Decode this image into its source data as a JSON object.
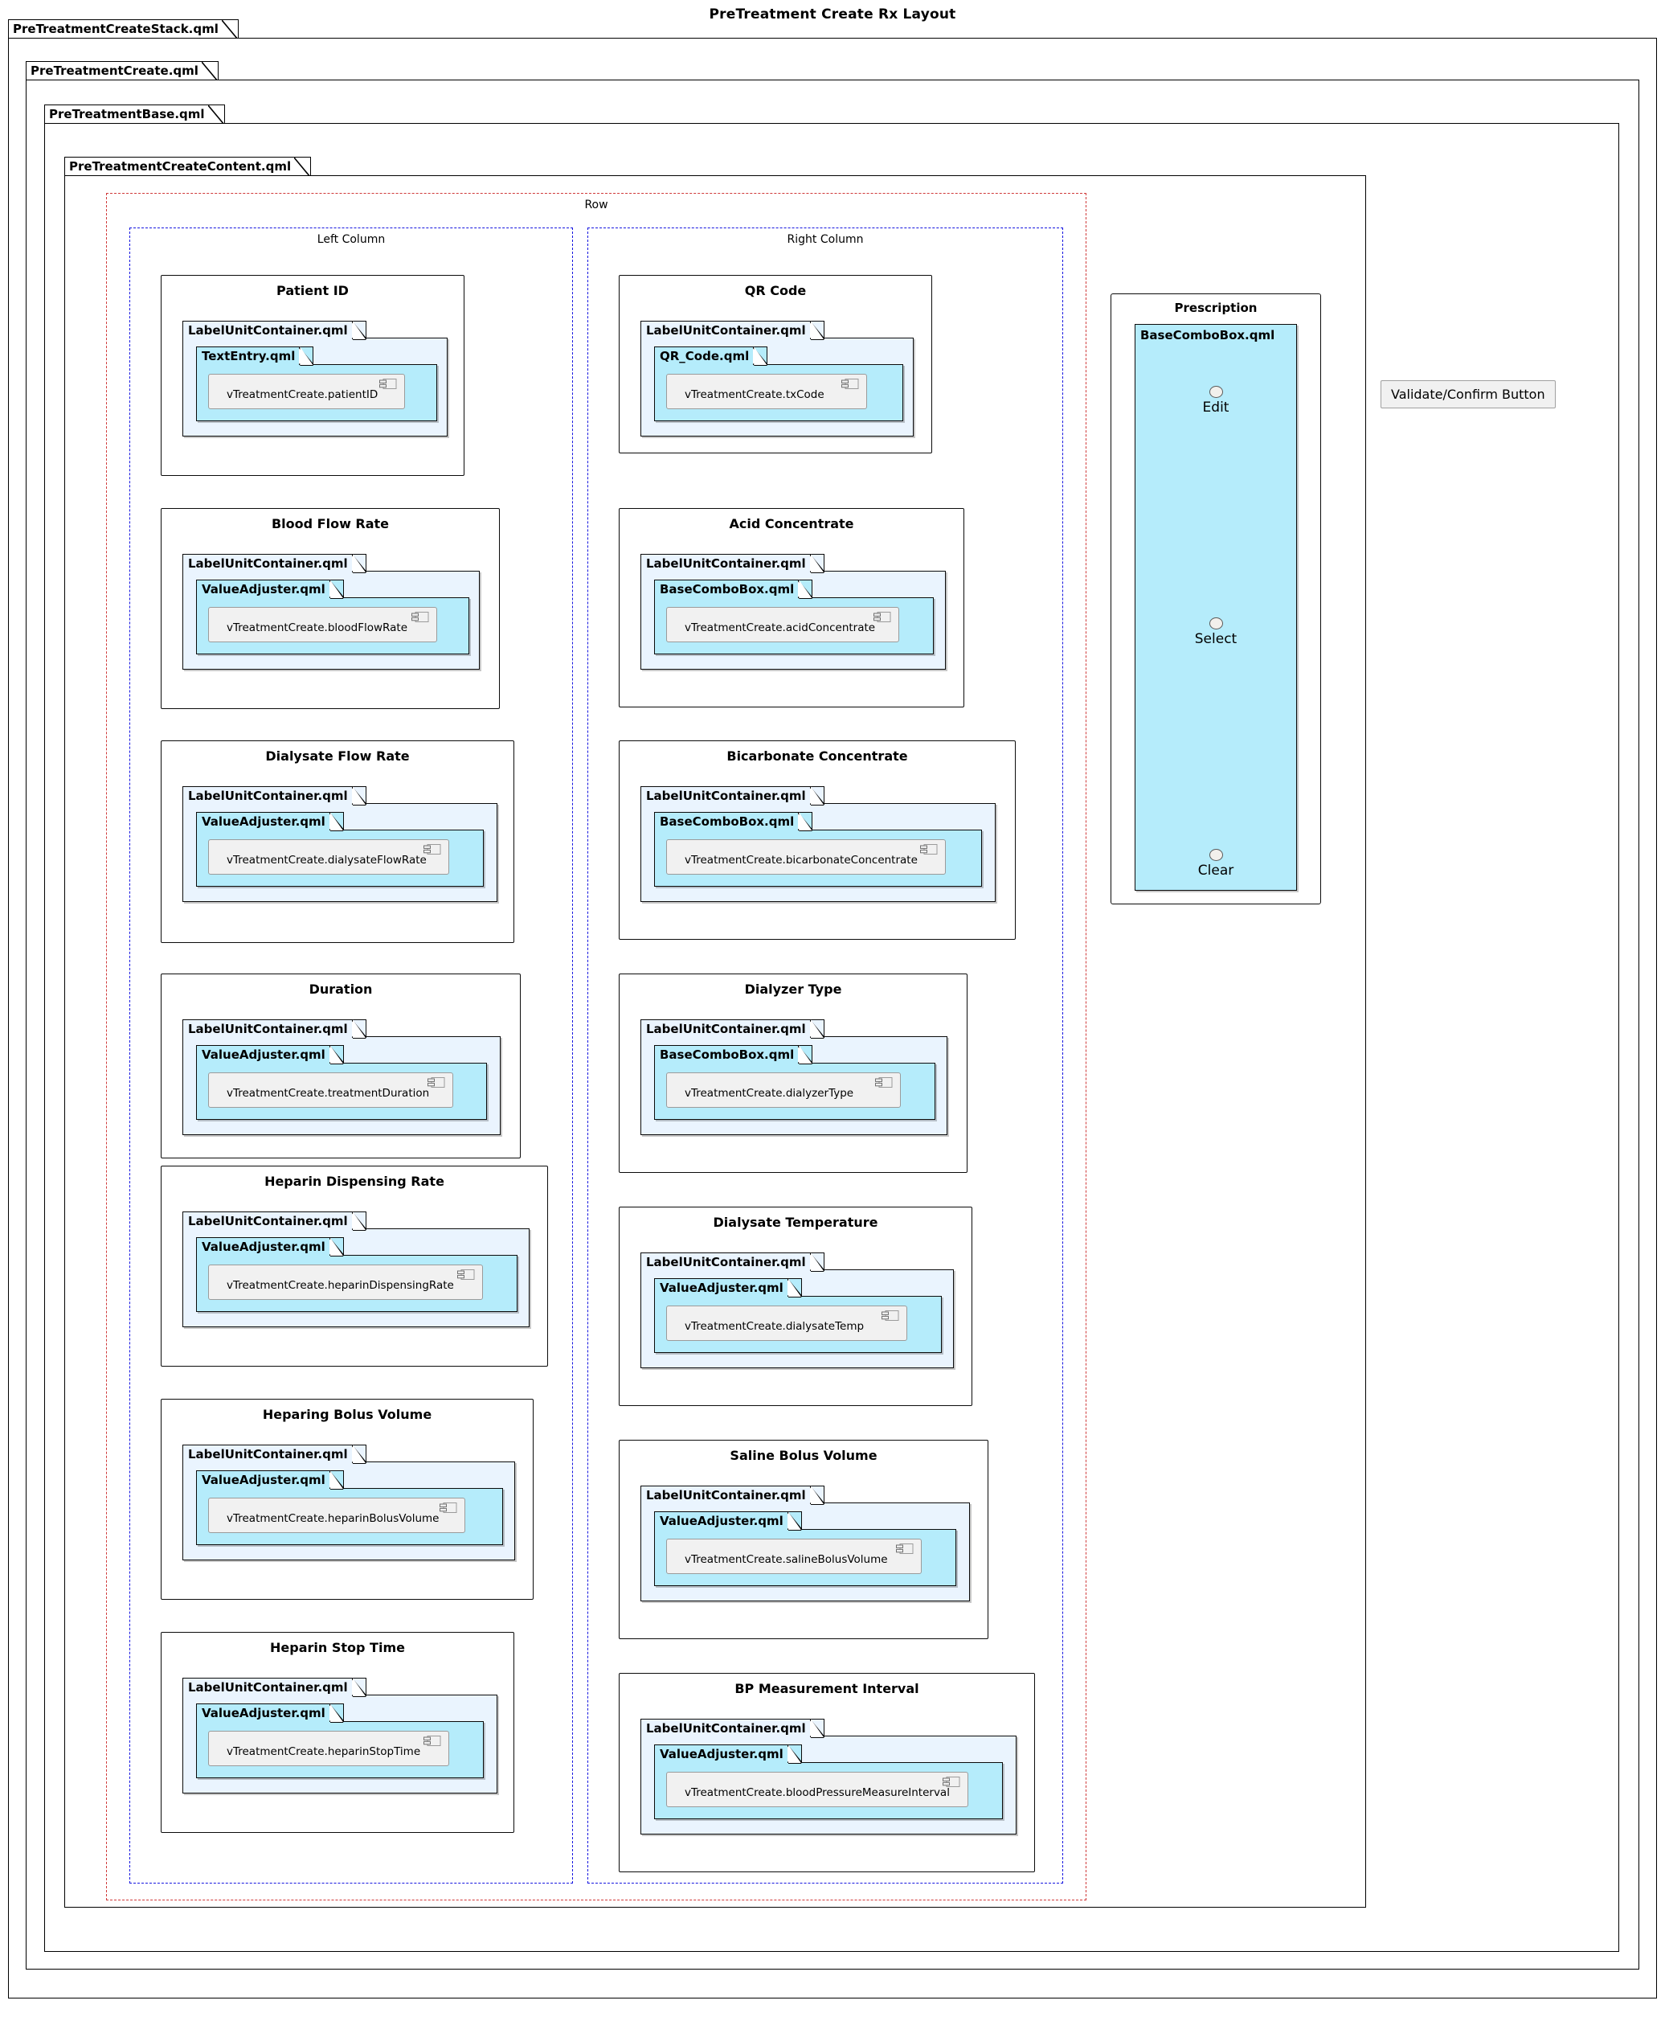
{
  "title": "PreTreatment Create Rx Layout",
  "frames": [
    {
      "label": "PreTreatmentCreateStack.qml"
    },
    {
      "label": "PreTreatmentCreate.qml"
    },
    {
      "label": "PreTreatmentBase.qml"
    },
    {
      "label": "PreTreatmentCreateContent.qml"
    }
  ],
  "row": {
    "label": "Row",
    "border_color": "#d03a3a"
  },
  "columns": {
    "left": {
      "label": "Left Column",
      "border_color": "#1515e0"
    },
    "right": {
      "label": "Right Column",
      "border_color": "#1515e0"
    }
  },
  "icons": {
    "component": "component-icon"
  },
  "left_column_items": [
    {
      "title": "Patient ID",
      "outer_pkg": "LabelUnitContainer.qml",
      "inner_pkg": "TextEntry.qml",
      "component": "vTreatmentCreate.patientID"
    },
    {
      "title": "Blood Flow Rate",
      "outer_pkg": "LabelUnitContainer.qml",
      "inner_pkg": "ValueAdjuster.qml",
      "component": "vTreatmentCreate.bloodFlowRate"
    },
    {
      "title": "Dialysate Flow Rate",
      "outer_pkg": "LabelUnitContainer.qml",
      "inner_pkg": "ValueAdjuster.qml",
      "component": "vTreatmentCreate.dialysateFlowRate"
    },
    {
      "title": "Duration",
      "outer_pkg": "LabelUnitContainer.qml",
      "inner_pkg": "ValueAdjuster.qml",
      "component": "vTreatmentCreate.treatmentDuration"
    },
    {
      "title": "Heparin Dispensing Rate",
      "outer_pkg": "LabelUnitContainer.qml",
      "inner_pkg": "ValueAdjuster.qml",
      "component": "vTreatmentCreate.heparinDispensingRate"
    },
    {
      "title": "Heparing Bolus Volume",
      "outer_pkg": "LabelUnitContainer.qml",
      "inner_pkg": "ValueAdjuster.qml",
      "component": "vTreatmentCreate.heparinBolusVolume"
    },
    {
      "title": "Heparin Stop Time",
      "outer_pkg": "LabelUnitContainer.qml",
      "inner_pkg": "ValueAdjuster.qml",
      "component": "vTreatmentCreate.heparinStopTime"
    }
  ],
  "right_column_items": [
    {
      "title": "QR Code",
      "outer_pkg": "LabelUnitContainer.qml",
      "inner_pkg": "QR_Code.qml",
      "component": "vTreatmentCreate.txCode"
    },
    {
      "title": "Acid Concentrate",
      "outer_pkg": "LabelUnitContainer.qml",
      "inner_pkg": "BaseComboBox.qml",
      "component": "vTreatmentCreate.acidConcentrate"
    },
    {
      "title": "Bicarbonate Concentrate",
      "outer_pkg": "LabelUnitContainer.qml",
      "inner_pkg": "BaseComboBox.qml",
      "component": "vTreatmentCreate.bicarbonateConcentrate"
    },
    {
      "title": "Dialyzer Type",
      "outer_pkg": "LabelUnitContainer.qml",
      "inner_pkg": "BaseComboBox.qml",
      "component": "vTreatmentCreate.dialyzerType"
    },
    {
      "title": "Dialysate Temperature",
      "outer_pkg": "LabelUnitContainer.qml",
      "inner_pkg": "ValueAdjuster.qml",
      "component": "vTreatmentCreate.dialysateTemp"
    },
    {
      "title": "Saline Bolus Volume",
      "outer_pkg": "LabelUnitContainer.qml",
      "inner_pkg": "ValueAdjuster.qml",
      "component": "vTreatmentCreate.salineBolusVolume"
    },
    {
      "title": "BP Measurement Interval",
      "outer_pkg": "LabelUnitContainer.qml",
      "inner_pkg": "ValueAdjuster.qml",
      "component": "vTreatmentCreate.bloodPressureMeasureInterval"
    }
  ],
  "prescription": {
    "title": "Prescription",
    "combo_title": "BaseComboBox.qml",
    "items": [
      {
        "label": "Edit"
      },
      {
        "label": "Select"
      },
      {
        "label": "Clear"
      }
    ]
  },
  "validate_button": {
    "label": "Validate/Confirm Button"
  },
  "colors": {
    "package_light": "#eaf4fe",
    "package_mid": "#b5ecfb",
    "component_fill": "#f1f1f1",
    "row_dashed": "#d03a3a",
    "column_dashed": "#1515e0"
  }
}
